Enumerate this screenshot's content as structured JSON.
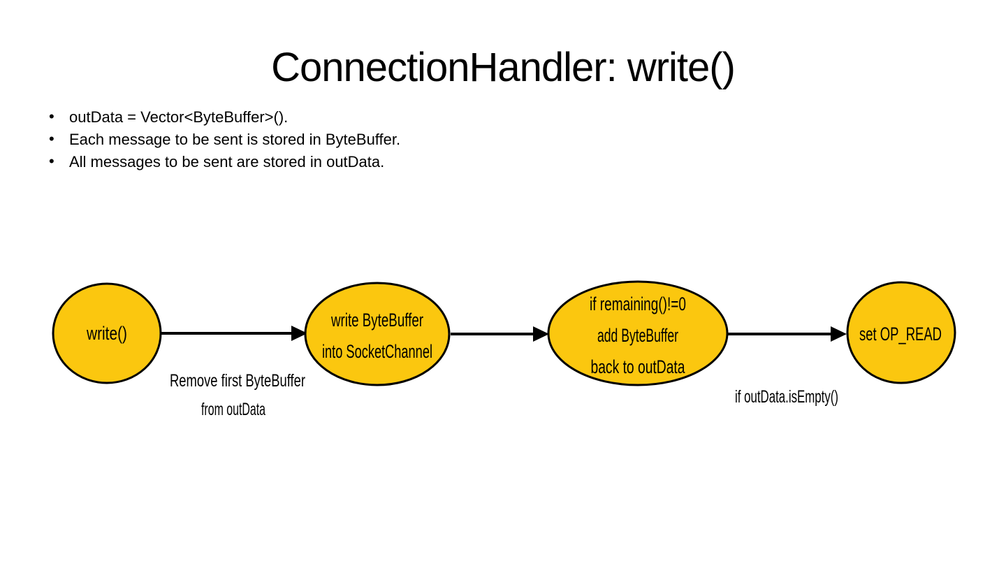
{
  "slide": {
    "title": "ConnectionHandler: write()",
    "bullets": [
      "outData = Vector<ByteBuffer>().",
      "Each message to be sent is stored in ByteBuffer.",
      "All messages to be sent are stored in outData."
    ]
  },
  "diagram": {
    "type": "flowchart",
    "colors": {
      "node_fill": "#FBC70F",
      "node_stroke": "#000000",
      "arrow": "#000000",
      "text": "#000000"
    },
    "nodes": [
      {
        "name": "write",
        "lines": [
          "write()"
        ]
      },
      {
        "name": "write-bytebuffer-into-socketchannel",
        "lines": [
          "write ByteBuffer",
          "into SocketChannel"
        ]
      },
      {
        "name": "if-remaining-add-bytebuffer-back",
        "lines": [
          "if remaining()!=0",
          "add ByteBuffer",
          "back to outData"
        ]
      },
      {
        "name": "set-op-read",
        "lines": [
          "set OP_READ"
        ]
      }
    ],
    "edges": [
      {
        "from": "write",
        "to": "write-bytebuffer-into-socketchannel",
        "label_lines": [
          "Remove first ByteBuffer",
          "from outData"
        ]
      },
      {
        "from": "write-bytebuffer-into-socketchannel",
        "to": "if-remaining-add-bytebuffer-back",
        "label_lines": []
      },
      {
        "from": "if-remaining-add-bytebuffer-back",
        "to": "set-op-read",
        "label_lines": [
          "if outData.isEmpty()"
        ]
      }
    ]
  }
}
